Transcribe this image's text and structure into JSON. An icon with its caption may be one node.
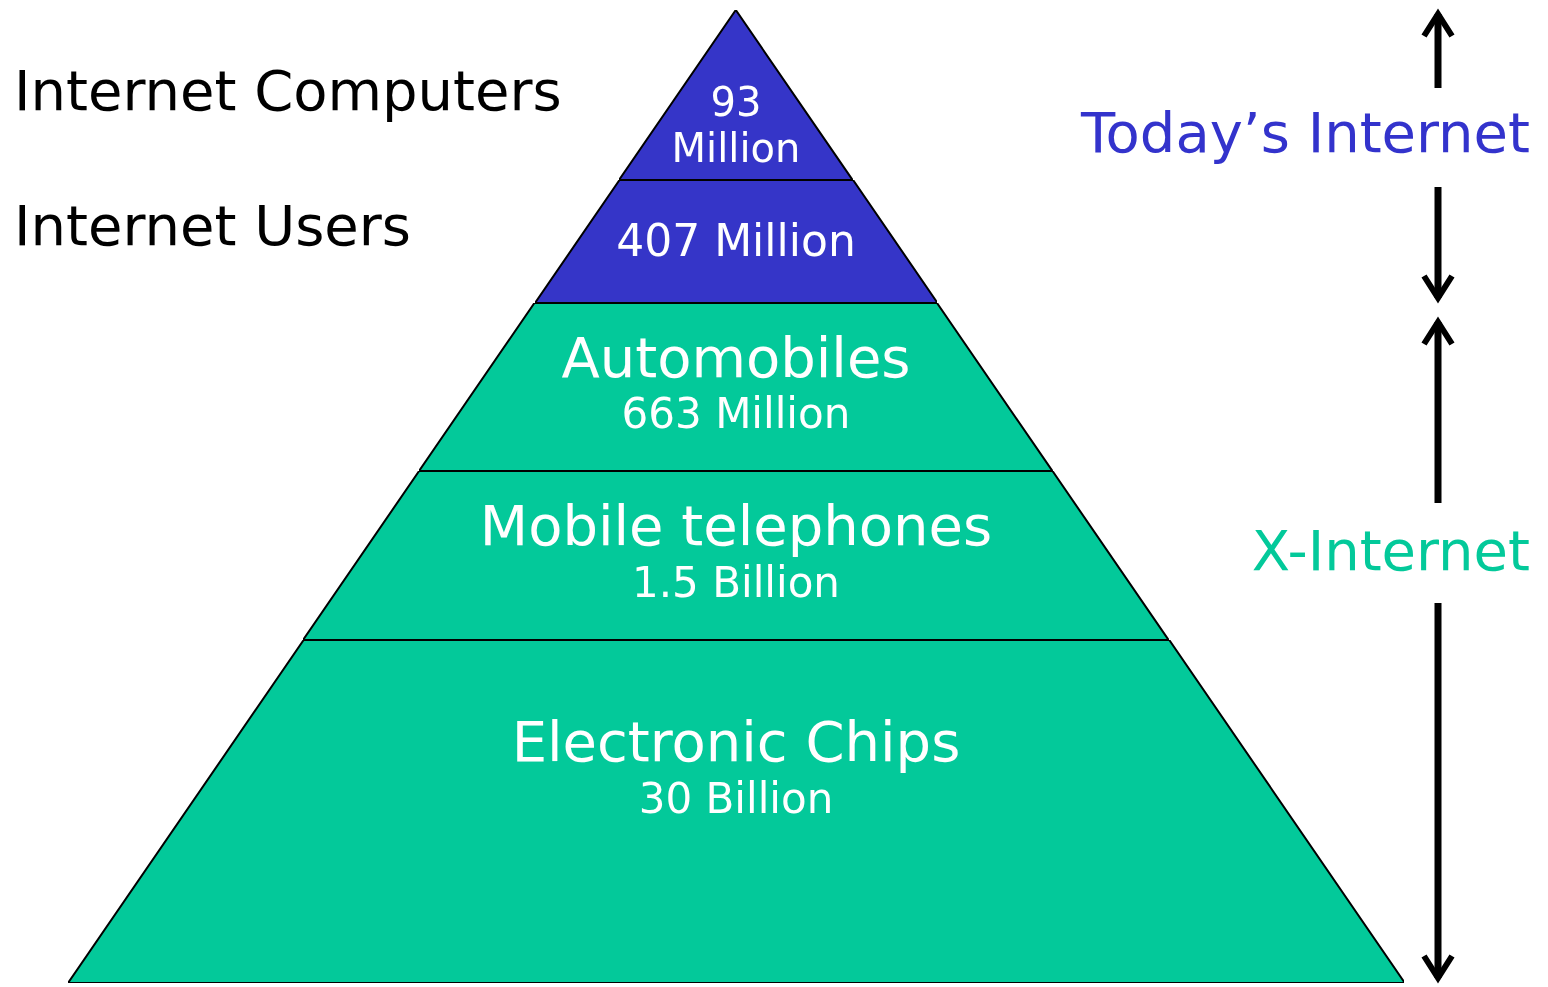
{
  "diagram": {
    "nodes": [
      {
        "text": [
          "93 Million"
        ]
      },
      {
        "text": [
          "407 Million"
        ]
      },
      {
        "text": [
          "Automobiles",
          "663 Million"
        ]
      },
      {
        "text": [
          "Mobile telephones",
          "1.5 Billion"
        ]
      },
      {
        "text": [
          "Electronic Chips",
          "30 Billion"
        ]
      }
    ],
    "edges": [],
    "labels": [
      "Internet Computers",
      "Internet Users",
      "Today’s Internet",
      "X-Internet"
    ]
  }
}
